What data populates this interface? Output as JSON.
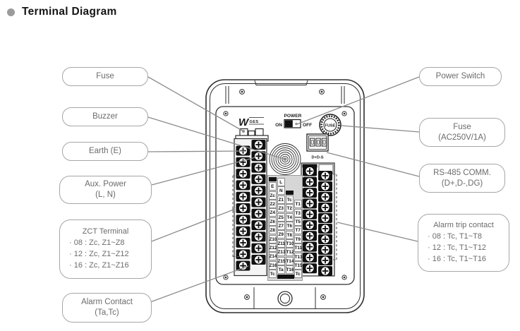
{
  "title": {
    "text": "Terminal Diagram"
  },
  "callouts": {
    "left": [
      {
        "id": "fuse",
        "lines": [
          "Fuse"
        ]
      },
      {
        "id": "buzzer",
        "lines": [
          "Buzzer"
        ]
      },
      {
        "id": "earth",
        "lines": [
          "Earth (E)"
        ]
      },
      {
        "id": "aux-power",
        "lines": [
          "Aux. Power",
          "(L, N)"
        ]
      },
      {
        "id": "zct-terminal",
        "lines": [
          "ZCT Terminal",
          "· 08 : Zc, Z1~Z8",
          "· 12 : Zc, Z1~Z12",
          "· 16 : Zc, Z1~Z16"
        ]
      },
      {
        "id": "alarm-contact",
        "lines": [
          "Alarm Contact",
          "(Ta,Tc)"
        ]
      }
    ],
    "right": [
      {
        "id": "power-switch",
        "lines": [
          "Power Switch"
        ]
      },
      {
        "id": "fuse-rating",
        "lines": [
          "Fuse",
          "(AC250V/1A)"
        ]
      },
      {
        "id": "rs485-comm",
        "lines": [
          "RS-485 COMM.",
          "(D+,D-,DG)"
        ]
      },
      {
        "id": "alarm-trip-contact",
        "lines": [
          "Alarm trip contact",
          "· 08 : Tc, T1~T8",
          "· 12 : Tc, T1~T12",
          "· 16 : Tc, T1~T16"
        ]
      }
    ]
  },
  "device": {
    "logo": {
      "main": "W",
      "sub": "GES"
    },
    "power": {
      "label": "POWER",
      "on": "ON",
      "off": "OFF"
    },
    "fuse_label": "FUSE",
    "comm_label": "D+D-S",
    "label_grid": {
      "col1": [
        "E",
        "Zc",
        "Z2",
        "Z4",
        "Z6",
        "Z8",
        "Z10",
        "Z12",
        "Z14",
        "Z16",
        "Tc"
      ],
      "col2": [
        "L",
        "N",
        "Z1",
        "Z3",
        "Z5",
        "Z7",
        "Z9",
        "Z11",
        "Z13",
        "Z15",
        "Ta"
      ],
      "col3": [
        "Tc",
        "T2",
        "T4",
        "T6",
        "T8",
        "T10",
        "T12",
        "T14",
        "T16"
      ],
      "col4": [
        "T1",
        "T3",
        "T5",
        "T7",
        "T9",
        "T11",
        "T13",
        "T15",
        "Tc"
      ]
    }
  },
  "colors": {
    "callout_border": "#a6a6a6",
    "callout_text": "#6b6b6b",
    "leader_line": "#8c8c8c",
    "art_stroke": "#2e2e2e",
    "grid_background": "#d6d6d6",
    "title_bullet": "#9b9b9b"
  }
}
